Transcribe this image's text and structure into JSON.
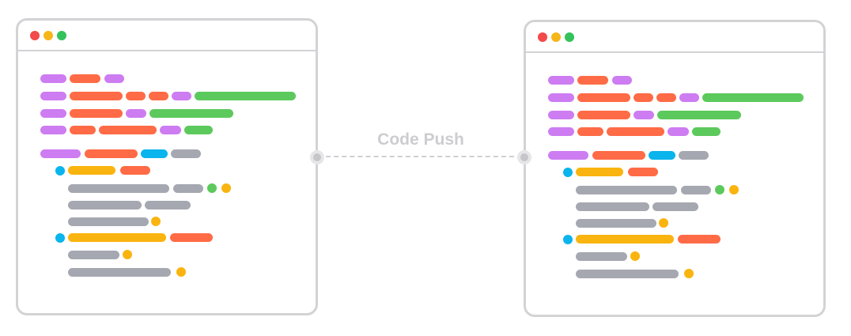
{
  "diagram": {
    "label": "Code Push"
  },
  "colors": {
    "border": "#d3d3d6",
    "close": "#f34a4a",
    "minimize": "#f5b619",
    "maximize": "#34c25a",
    "purple": "#cd7cf2",
    "orange": "#ff6b46",
    "green": "#5cc95c",
    "blue": "#0ab4ec",
    "gray": "#a5a8b1",
    "yellow": "#fab40f"
  },
  "windows": [
    {
      "name": "source-window",
      "traffic_lights": [
        "close-icon",
        "minimize-icon",
        "maximize-icon"
      ]
    },
    {
      "name": "target-window",
      "traffic_lights": [
        "close-icon",
        "minimize-icon",
        "maximize-icon"
      ]
    }
  ]
}
